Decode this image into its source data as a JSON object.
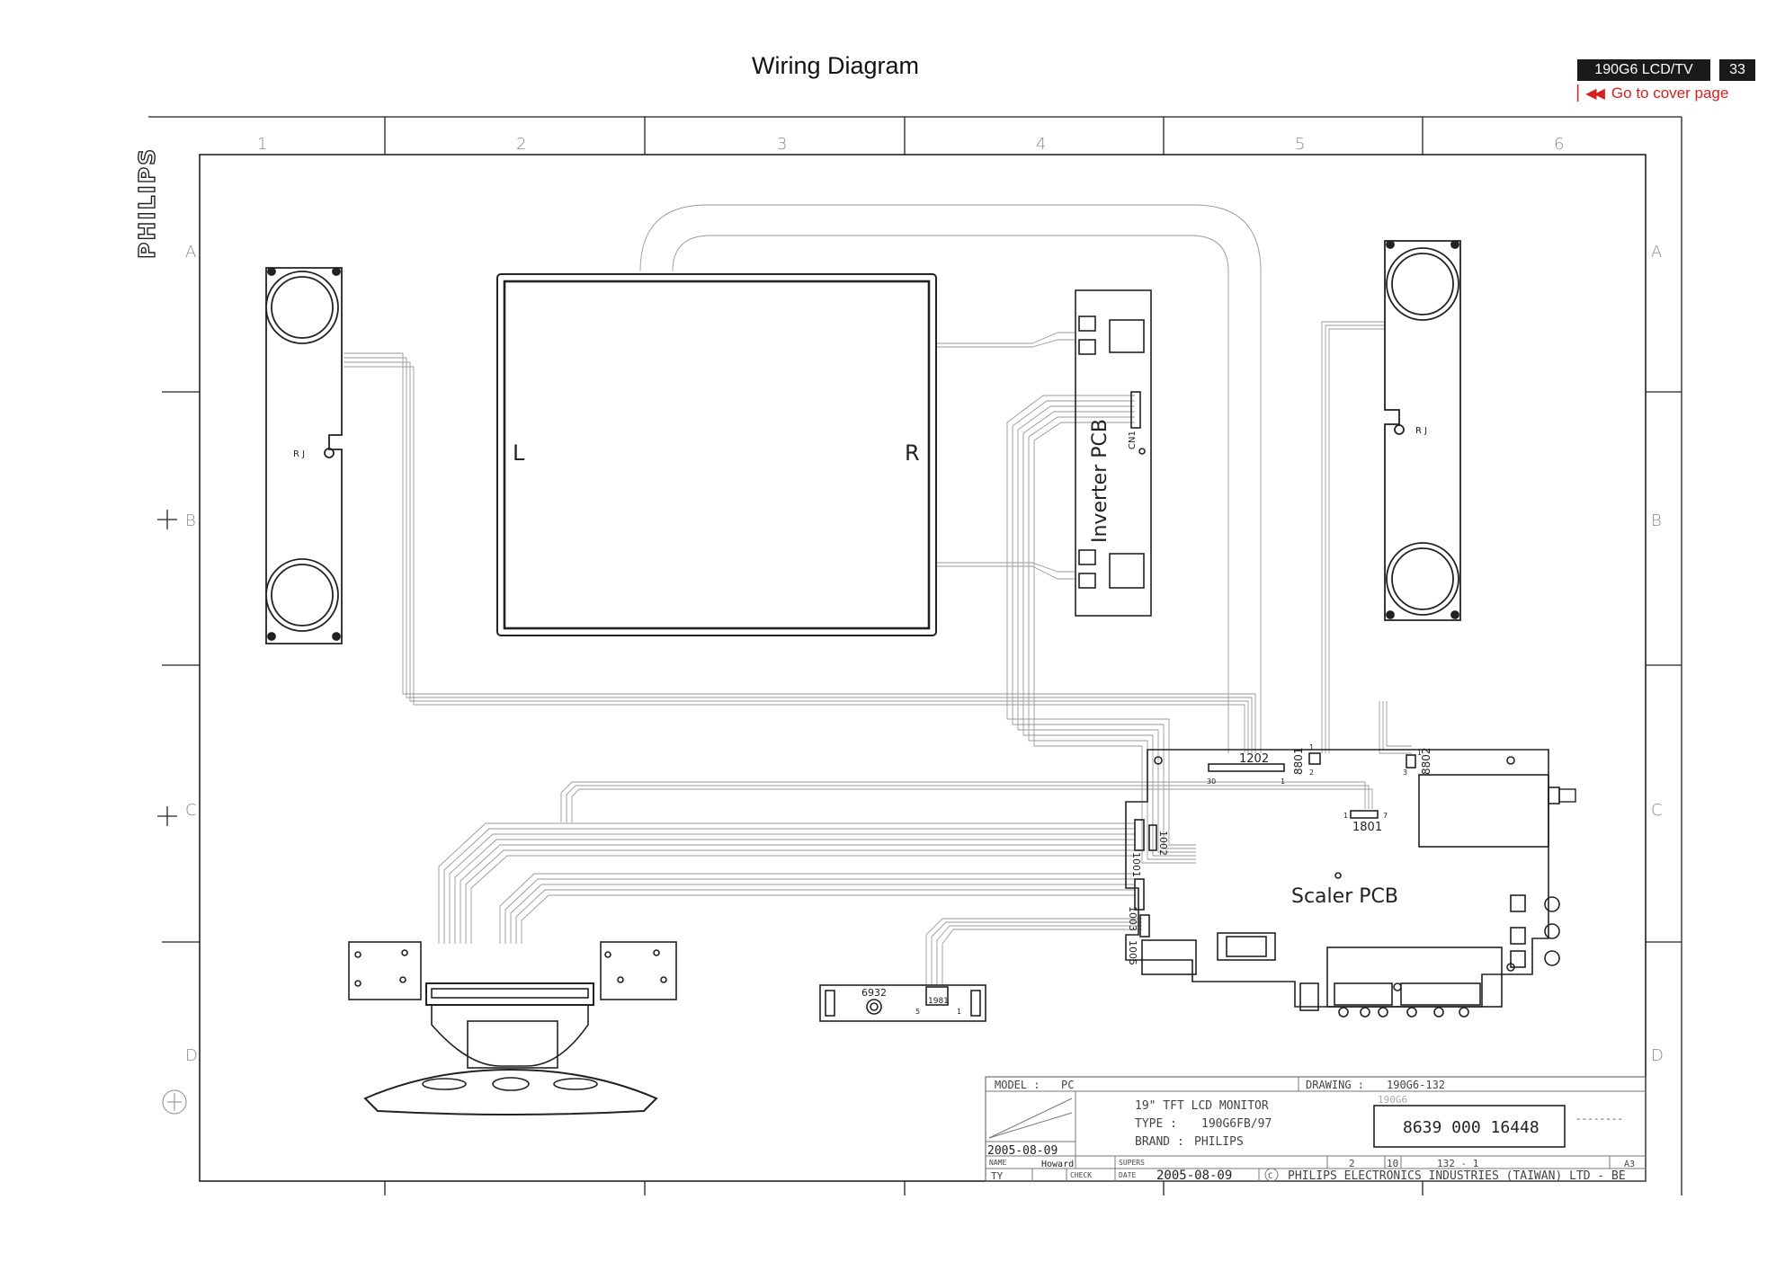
{
  "header": {
    "title": "Wiring Diagram",
    "model_badge": "190G6 LCD/TV",
    "page_number": "33",
    "cover_link": "Go to cover page",
    "cover_icon": "skip-back-icon"
  },
  "grid": {
    "columns": [
      "1",
      "2",
      "3",
      "4",
      "5",
      "6"
    ],
    "rows": [
      "A",
      "B",
      "C",
      "D"
    ]
  },
  "brand_vertical": "PHILIPS",
  "components": {
    "panel_left": "L",
    "panel_right": "R",
    "inverter_pcb": "Inverter  PCB",
    "inverter_cn": "CN1",
    "scaler_pcb": "Scaler  PCB",
    "speaker_left_marks": "R J",
    "speaker_right_marks": "R J",
    "connectors": {
      "c1202": "1202",
      "c1202_pin30": "30",
      "c1202_pin1": "1",
      "c8801": "8801",
      "c8801_pin2": "2",
      "c8801_pin1": "1",
      "c8802": "8802",
      "c8802_pin3": "3",
      "c8802_pin1": "1",
      "c1801": "1801",
      "c1801_pin1": "1",
      "c1801_pin7": "7",
      "c1001": "1001",
      "c1002": "1002",
      "c1003": "1003",
      "c1005": "1005",
      "c6932": "6932",
      "c1981": "1981",
      "c1981_pin5": "5",
      "c1981_pin1": "1"
    }
  },
  "title_block": {
    "model_label": "MODEL :",
    "model_value": "PC",
    "drawing_label": "DRAWING :",
    "drawing_value": "190G6-132",
    "sub_model": "190G6",
    "description": "19\" TFT LCD MONITOR",
    "type_label": "TYPE  :",
    "type_value": "190G6FB/97",
    "brand_label": "BRAND :",
    "brand_value": "PHILIPS",
    "part_number": "8639 000 16448",
    "dashes": "--------",
    "date_top": "2005-08-09",
    "name_label": "NAME",
    "name_value": "Howard",
    "supers_label": "SUPERS",
    "sheet_no": "2",
    "sheet_total": "10",
    "drawing_sheet": "132 - 1",
    "size": "A3",
    "ty_label": "TY",
    "check_label": "CHECK",
    "date_label": "DATE",
    "date_value": "2005-08-09",
    "copyright_symbol": "C",
    "company": "PHILIPS ELECTRONICS INDUSTRIES (TAIWAN) LTD - BE"
  }
}
